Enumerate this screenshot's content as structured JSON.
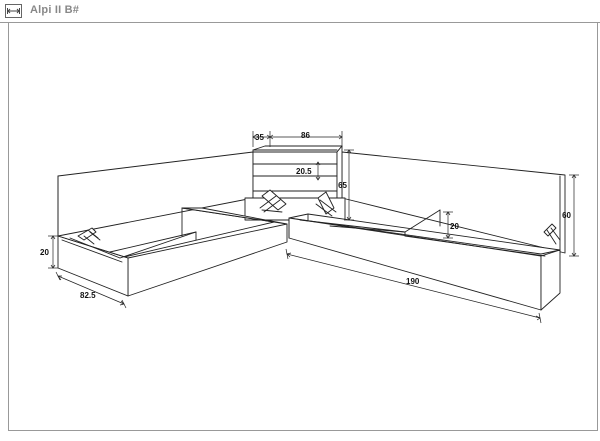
{
  "header": {
    "title": "Alpi II B#",
    "icon": "width-arrows-icon"
  },
  "dimensions": {
    "top_width_side": "35",
    "top_width_main": "86",
    "drawer_height": "20.5",
    "cabinet_height": "65",
    "headboard_height": "60",
    "left_bed_height": "20",
    "right_bed_height": "20",
    "left_bed_depth": "82.5",
    "right_bed_length": "190"
  },
  "colors": {
    "line": "#222222",
    "frame": "#999999",
    "title": "#888888"
  }
}
